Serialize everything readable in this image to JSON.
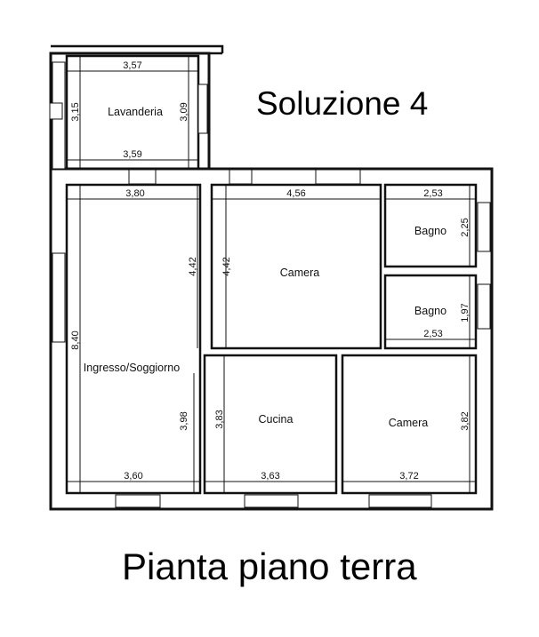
{
  "title": "Soluzione 4",
  "subtitle": "Pianta piano terra",
  "rooms": {
    "lavanderia": {
      "label": "Lavanderia",
      "dims": [
        "3,57",
        "3,59",
        "3,15",
        "3,09"
      ]
    },
    "ingresso": {
      "label": "Ingresso/Soggiorno",
      "dims": [
        "3,80",
        "3,60",
        "8,40",
        "4,42",
        "3,98"
      ]
    },
    "camera1": {
      "label": "Camera",
      "dims": [
        "4,56",
        "4,42"
      ]
    },
    "bagno1": {
      "label": "Bagno",
      "dims": [
        "2,53",
        "2,25"
      ]
    },
    "bagno2": {
      "label": "Bagno",
      "dims": [
        "2,53",
        "1,97"
      ]
    },
    "cucina": {
      "label": "Cucina",
      "dims": [
        "3,63",
        "3,83"
      ]
    },
    "camera2": {
      "label": "Camera",
      "dims": [
        "3,72",
        "3,82"
      ]
    }
  }
}
